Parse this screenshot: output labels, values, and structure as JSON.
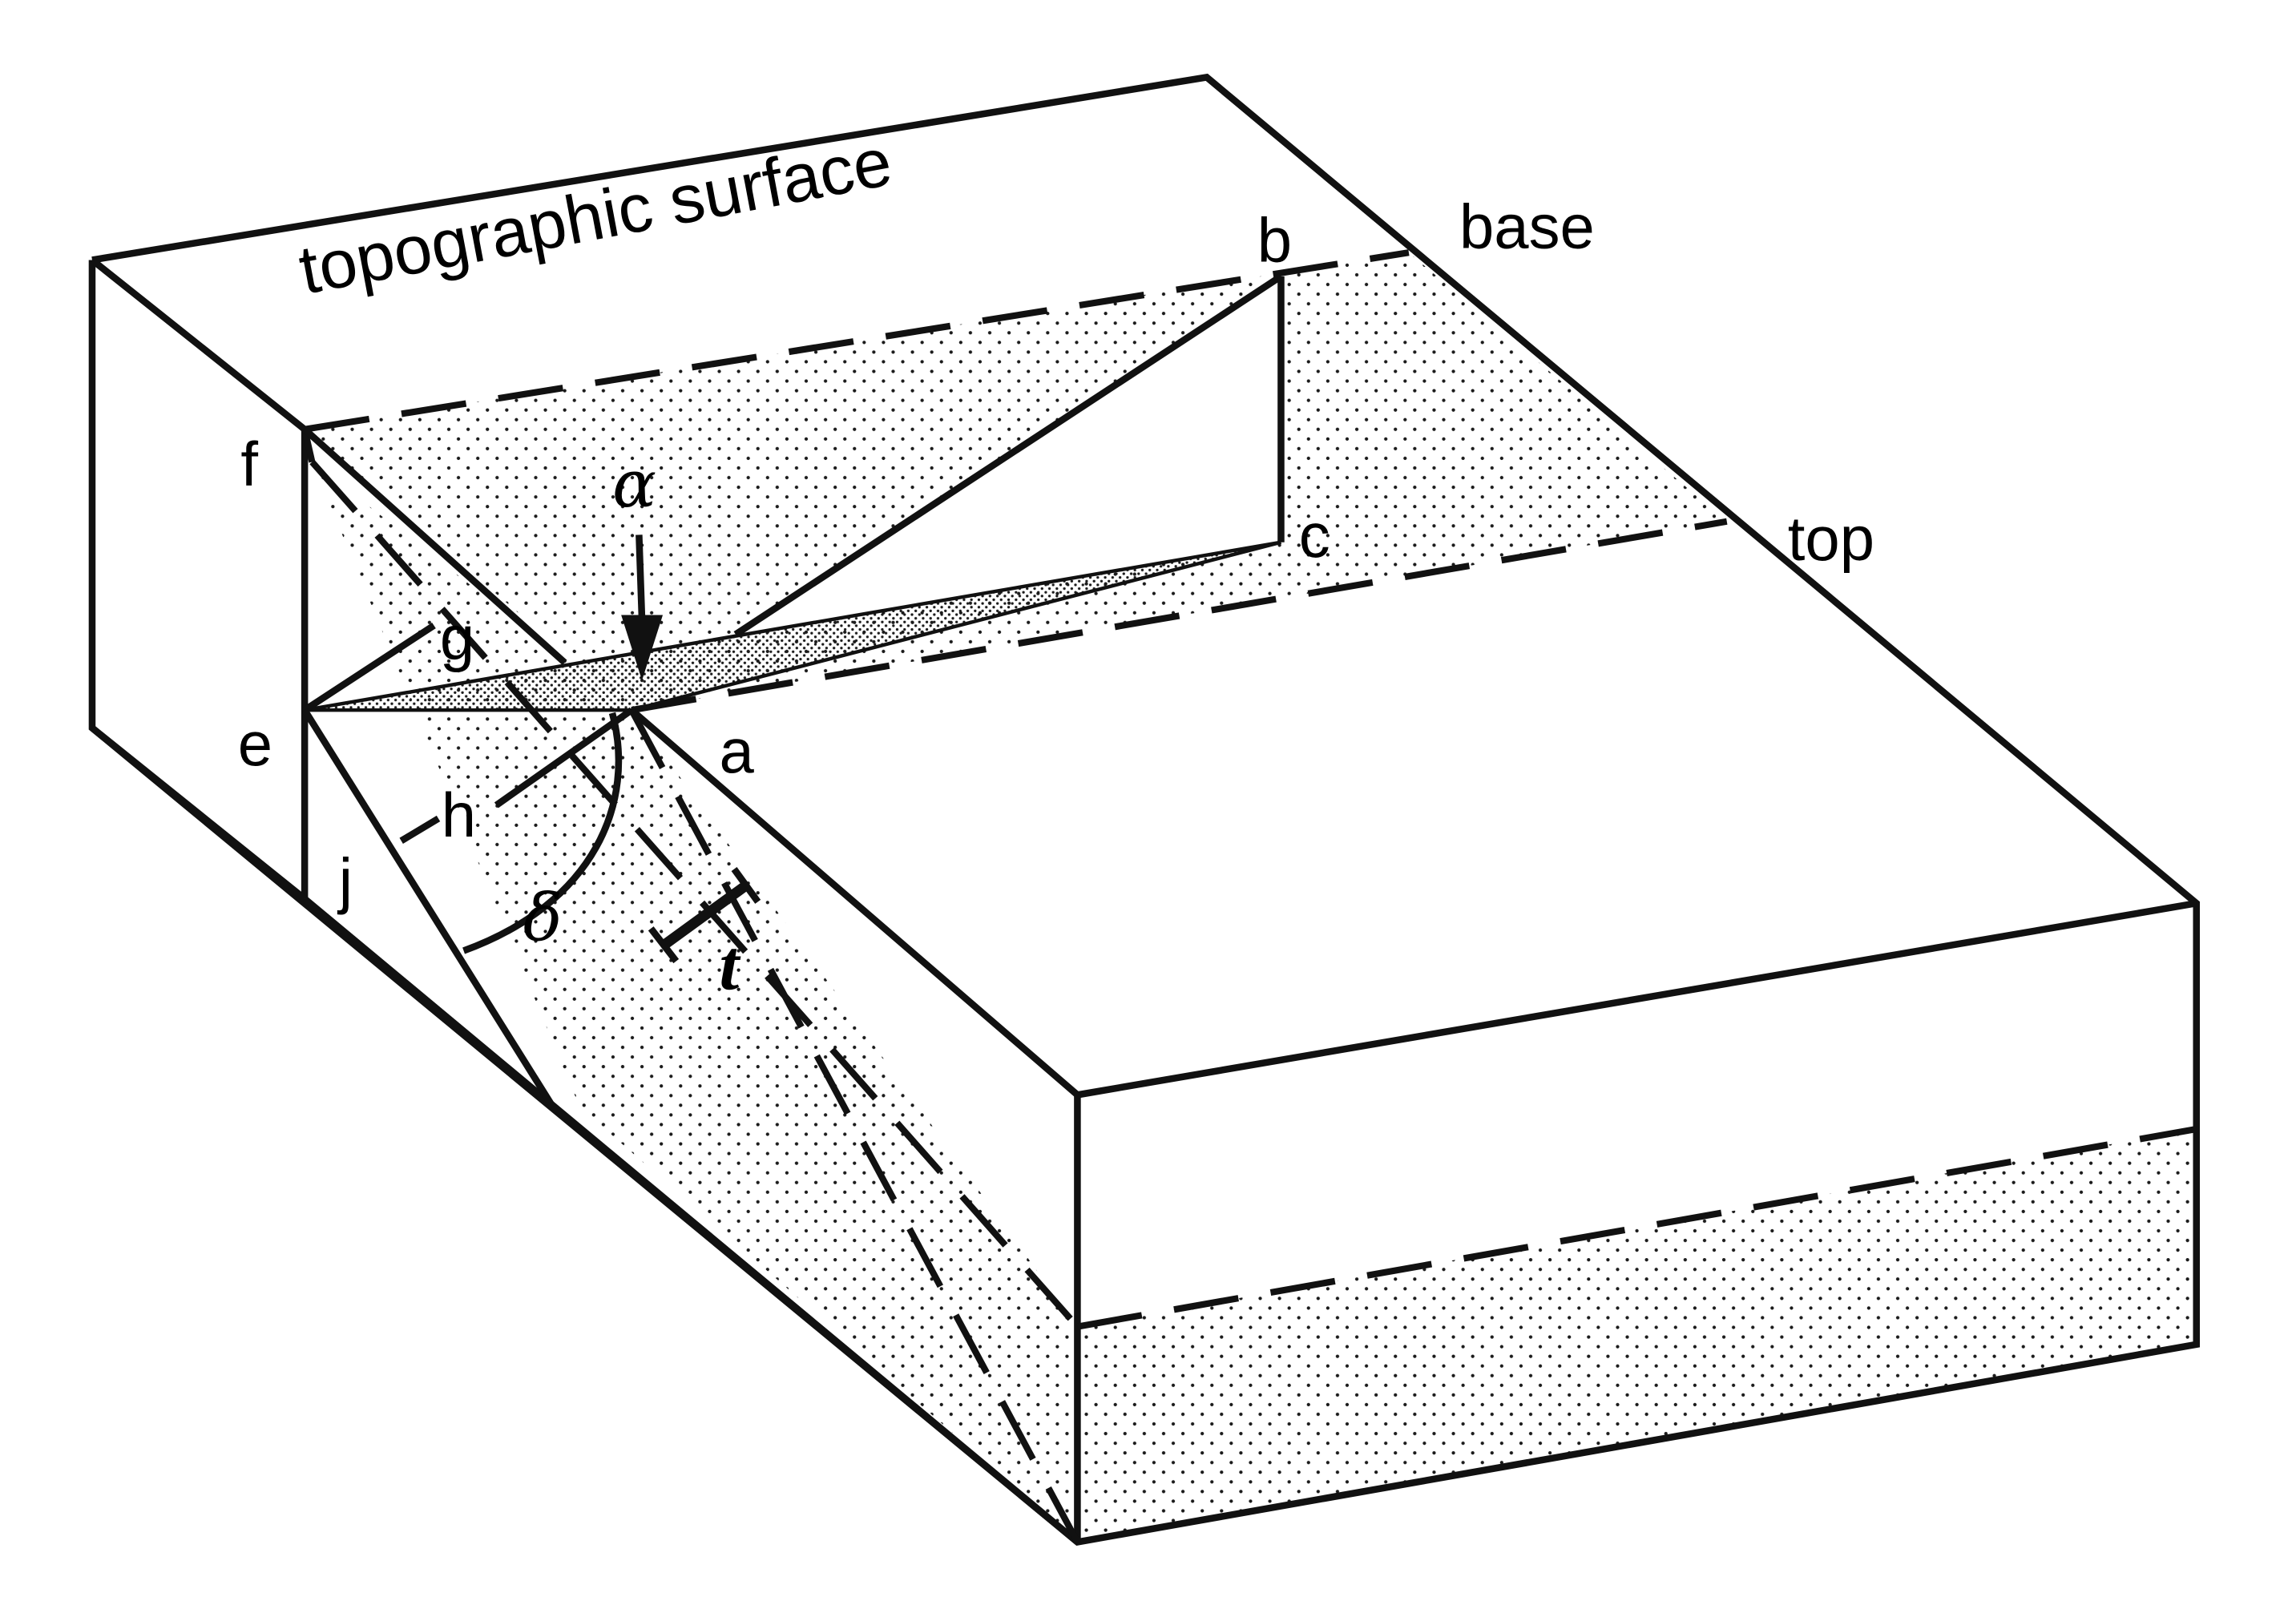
{
  "labels": {
    "topographic_surface": "topographic surface",
    "base": "base",
    "top": "top",
    "point_a": "a",
    "point_b": "b",
    "point_c": "c",
    "point_e": "e",
    "point_f": "f",
    "point_g": "g",
    "point_h": "h",
    "point_j": "j",
    "angle_alpha": "α",
    "angle_delta": "δ",
    "thickness_t": "t"
  },
  "colors": {
    "line": "#111111",
    "background": "#ffffff",
    "stipple": "#1a1a1a"
  }
}
